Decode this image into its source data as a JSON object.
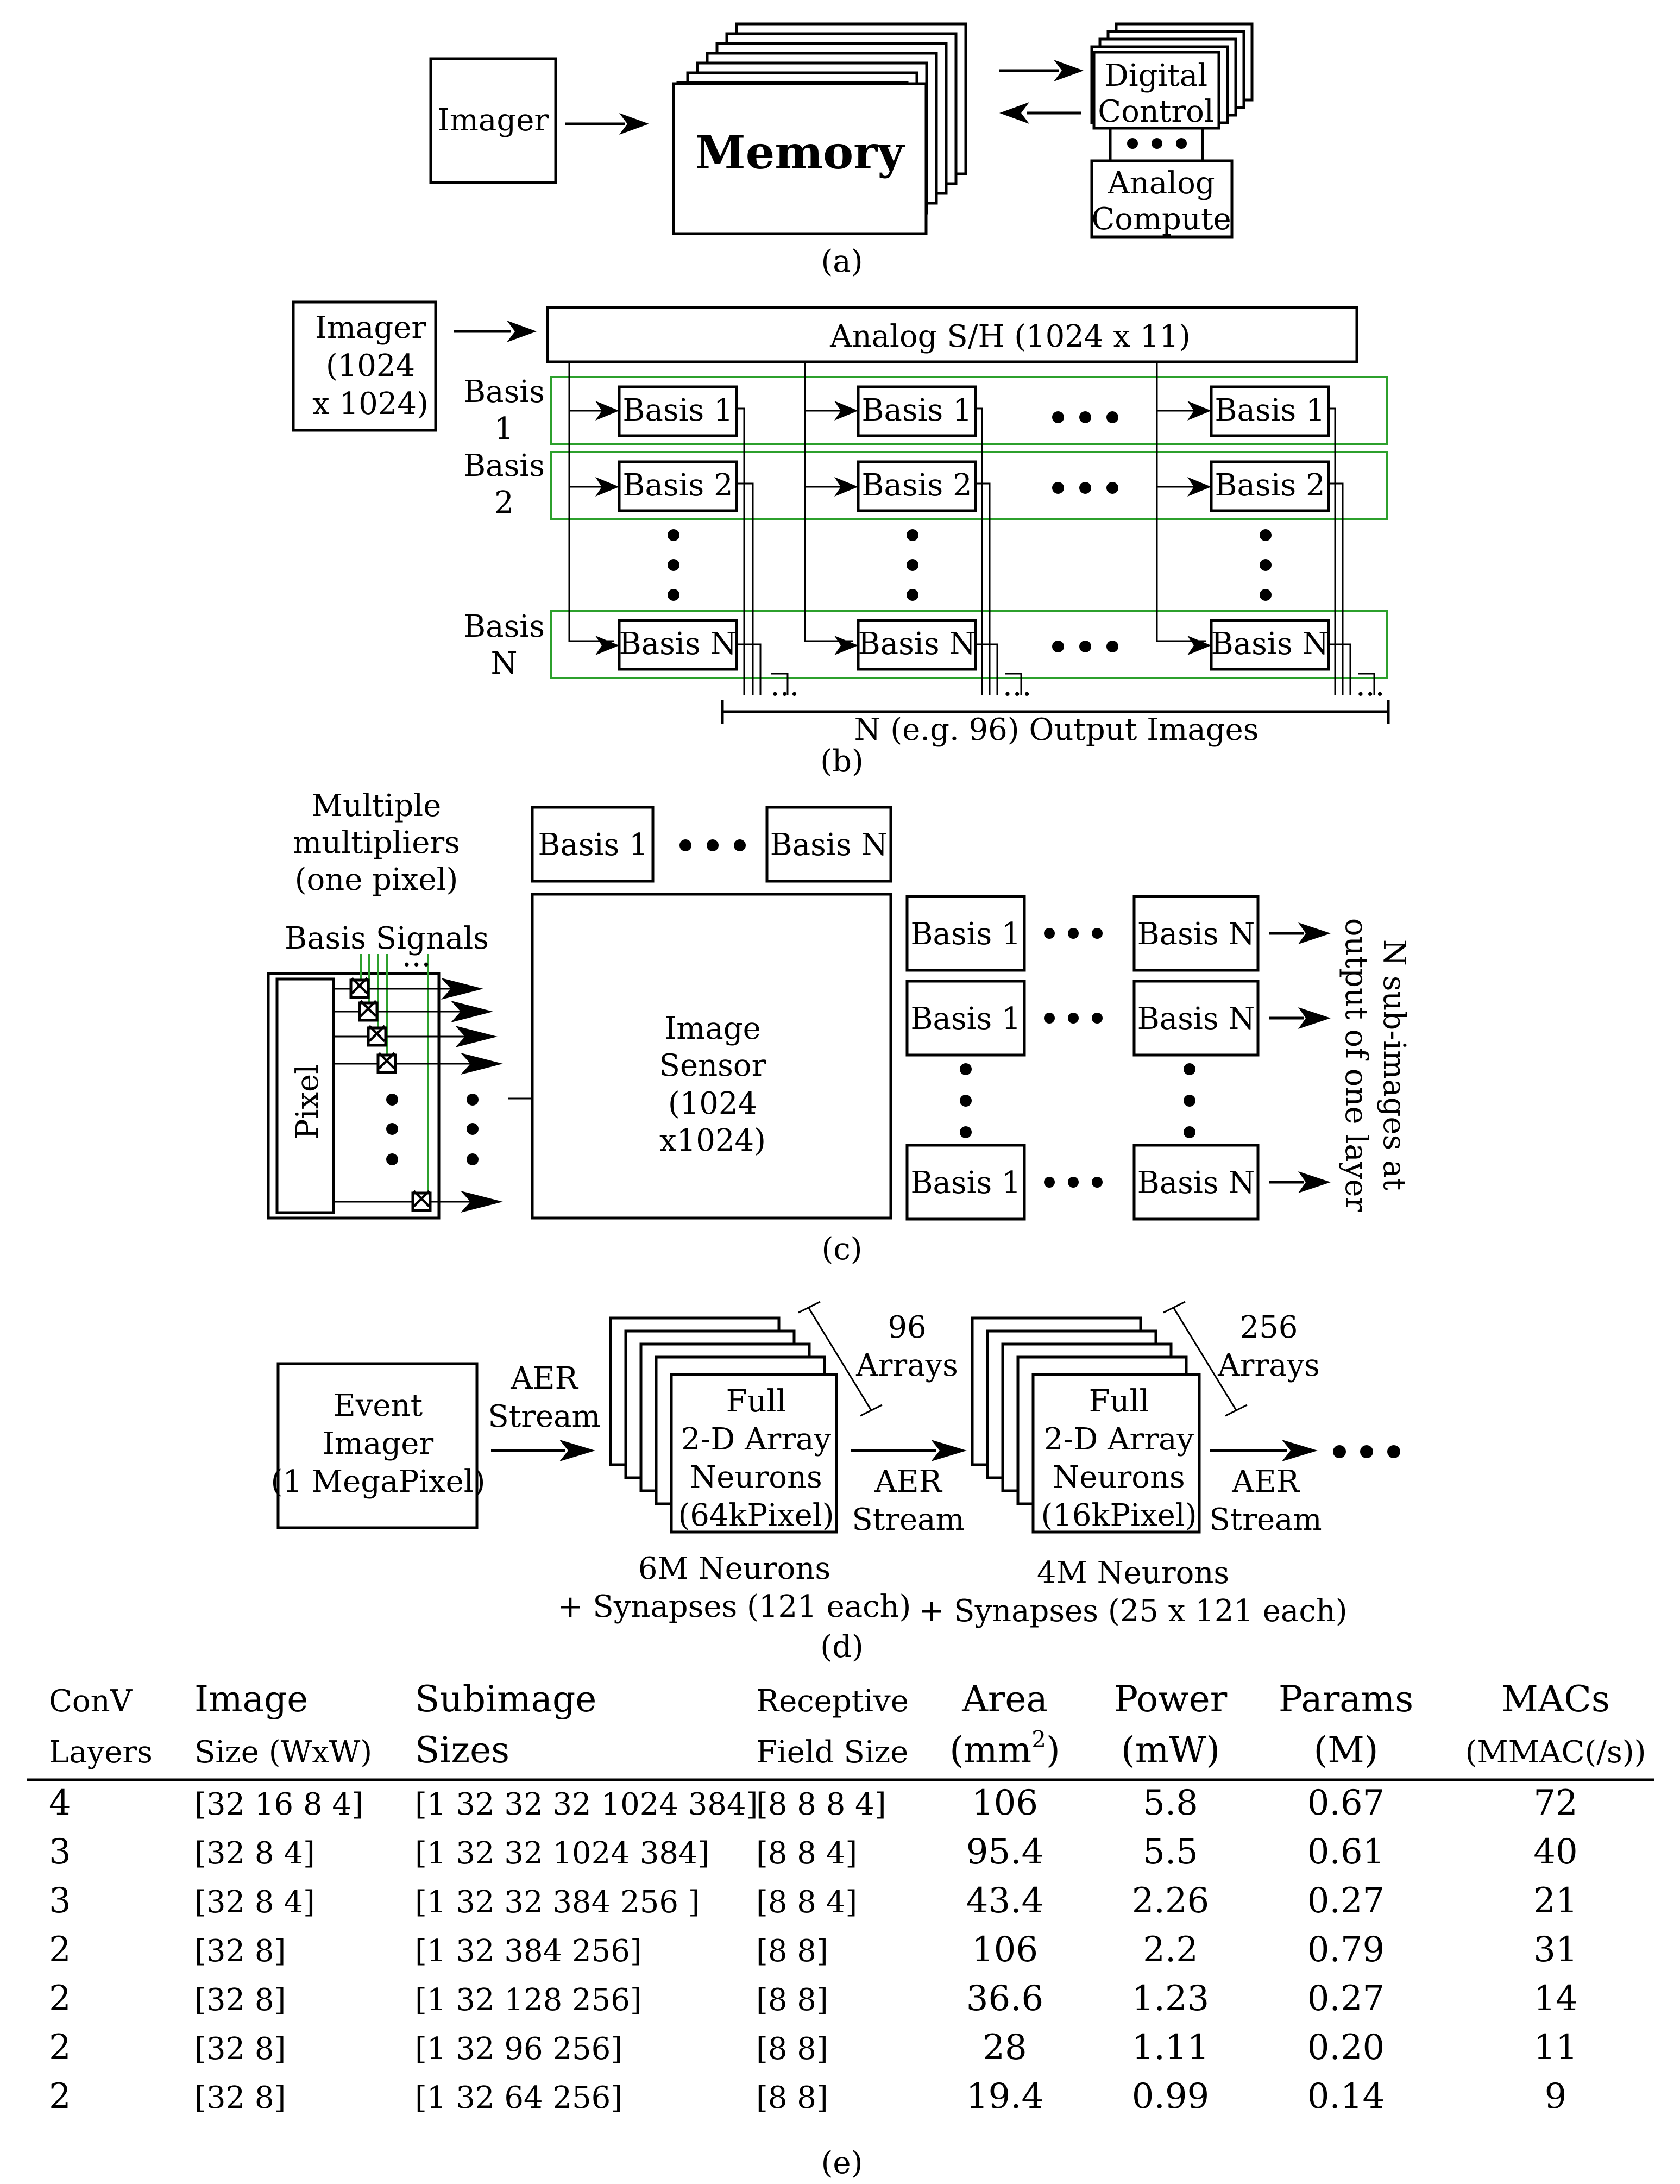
{
  "panel_a": {
    "caption": "(a)",
    "imager": "Imager",
    "memory": "Memory",
    "digital_l1": "Digital",
    "digital_l2": "Control",
    "analog_l1": "Analog",
    "analog_l2": "Compute"
  },
  "panel_b": {
    "caption": "(b)",
    "imager_l1": "Imager",
    "imager_l2": "(1024",
    "imager_l3": "x 1024)",
    "sh": "Analog S/H   (1024 x 11)",
    "basis1_l1": "Basis",
    "basis1_l2": "1",
    "basis2_l1": "Basis",
    "basis2_l2": "2",
    "basisN_l1": "Basis",
    "basisN_l2": "N",
    "b1": "Basis 1",
    "b2": "Basis 2",
    "bN": "Basis N",
    "ellipsis": "...",
    "output": "N (e.g. 96) Output Images"
  },
  "panel_c": {
    "caption": "(c)",
    "mult_l1": "Multiple",
    "mult_l2": "multipliers",
    "mult_l3": "(one pixel)",
    "basis_signals": "Basis Signals",
    "pixel": "Pixel",
    "ellipsis": "...",
    "sensor_l1": "Image",
    "sensor_l2": "Sensor",
    "sensor_l3": "(1024",
    "sensor_l4": "x1024)",
    "b1": "Basis 1",
    "bN": "Basis N",
    "side_l1": "N sub-images at",
    "side_l2": "output of one layer"
  },
  "panel_d": {
    "caption": "(d)",
    "event_l1": "Event",
    "event_l2": "Imager",
    "event_l3": "(1 MegaPixel)",
    "aer_l1": "AER",
    "aer_l2": "Stream",
    "n96_l1": "96",
    "n96_l2": "Arrays",
    "n256_l1": "256",
    "n256_l2": "Arrays",
    "full_l1": "Full",
    "full_l2": "2-D Array",
    "full_l3": "Neurons",
    "full1_l4": "(64kPixel)",
    "full2_l4": "(16kPixel)",
    "neur1_l1": "6M Neurons",
    "neur1_l2": "+ Synapses (121 each)",
    "neur2_l1": "4M Neurons",
    "neur2_l2": "+ Synapses (25 x 121 each)"
  },
  "panel_e": {
    "caption": "(e)",
    "headers": [
      [
        "ConV",
        "Layers"
      ],
      [
        "Image",
        "Size (WxW)"
      ],
      [
        "Subimage",
        "Sizes"
      ],
      [
        "Receptive",
        "Field Size"
      ],
      [
        "Area",
        "(mm",
        "2",
        ")"
      ],
      [
        "Power",
        "(mW)"
      ],
      [
        "Params",
        "(M)"
      ],
      [
        "MACs",
        "(MMAC(/s))"
      ]
    ],
    "rows": [
      [
        "4",
        "[32 16 8 4]",
        "[1 32 32 32 1024 384]",
        "[8 8 8 4]",
        "106",
        "5.8",
        "0.67",
        "72"
      ],
      [
        "3",
        "[32 8 4]",
        "[1 32 32 1024 384]",
        "[8 8 4]",
        "95.4",
        "5.5",
        "0.61",
        "40"
      ],
      [
        "3",
        "[32 8 4]",
        "[1 32 32 384 256 ]",
        "[8 8 4]",
        "43.4",
        "2.26",
        "0.27",
        "21"
      ],
      [
        "2",
        "[32 8]",
        "[1 32 384 256]",
        "[8 8]",
        "106",
        "2.2",
        "0.79",
        "31"
      ],
      [
        "2",
        "[32 8]",
        "[1 32 128 256]",
        "[8 8]",
        "36.6",
        "1.23",
        "0.27",
        "14"
      ],
      [
        "2",
        "[32 8]",
        "[1 32 96 256]",
        "[8 8]",
        "28",
        "1.11",
        "0.20",
        "11"
      ],
      [
        "2",
        "[32 8]",
        "[1 32 64 256]",
        "[8 8]",
        "19.4",
        "0.99",
        "0.14",
        "9"
      ]
    ]
  }
}
